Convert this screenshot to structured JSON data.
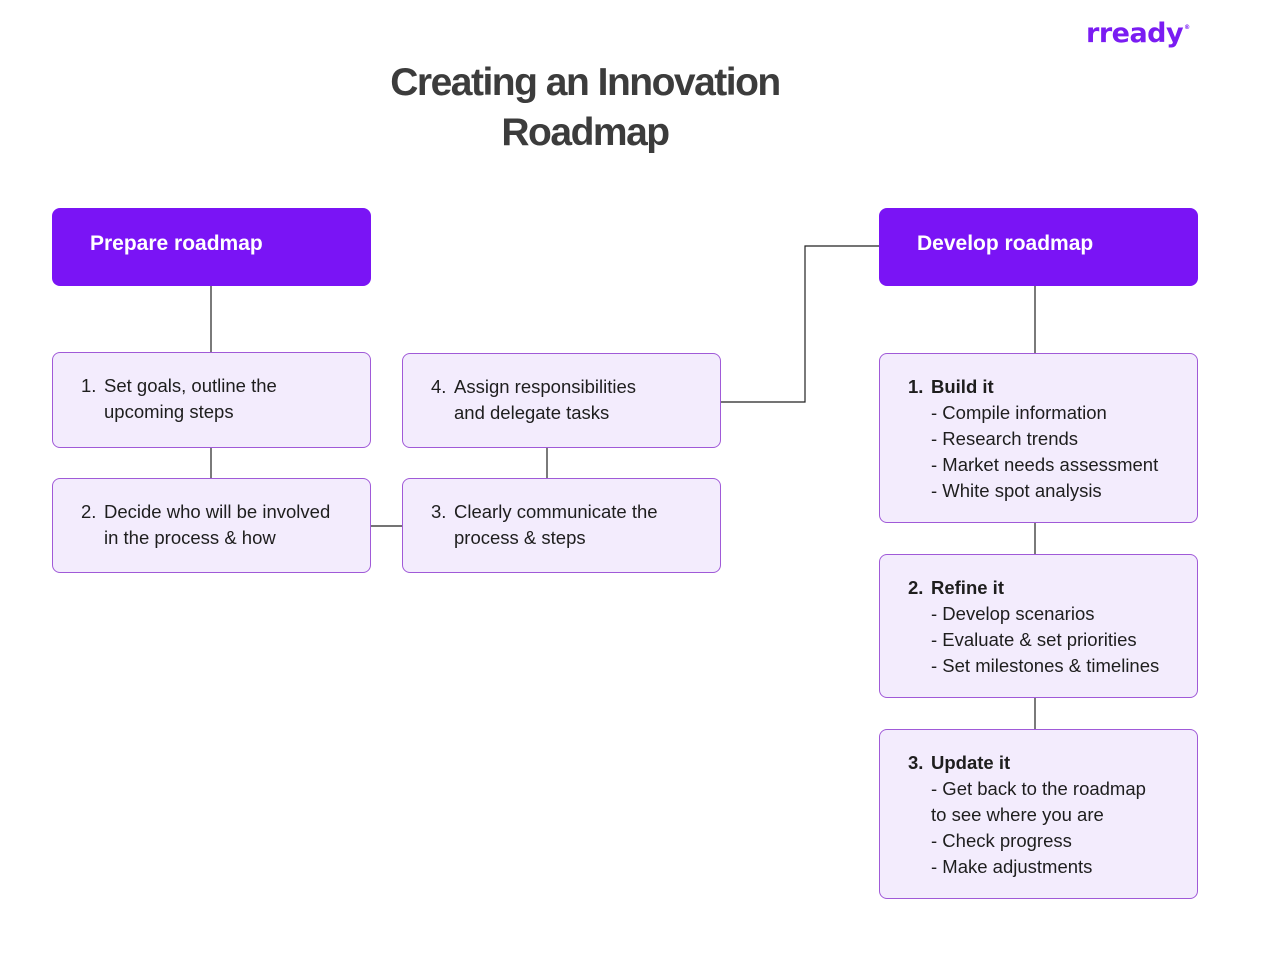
{
  "brand": {
    "logo": "rready",
    "logo_mark": "®",
    "accent_color": "#7a14f5",
    "box_fill": "#f3ecfd",
    "box_border": "#a05ad8"
  },
  "title": {
    "line1": "Creating an Innovation",
    "line2": "Roadmap"
  },
  "prepare": {
    "header": "Prepare roadmap",
    "steps": [
      {
        "num": "1.",
        "text": "Set goals, outline the\nupcoming steps"
      },
      {
        "num": "2.",
        "text": "Decide who will be involved\nin the process & how"
      },
      {
        "num": "3.",
        "text": "Clearly communicate the\nprocess & steps"
      },
      {
        "num": "4.",
        "text": "Assign responsibilities\nand delegate tasks"
      }
    ]
  },
  "develop": {
    "header": "Develop roadmap",
    "steps": [
      {
        "num": "1.",
        "title": "Build it",
        "items": [
          "- Compile information",
          "- Research trends",
          "- Market needs assessment",
          "- White spot analysis"
        ]
      },
      {
        "num": "2.",
        "title": "Refine it",
        "items": [
          "- Develop scenarios",
          "- Evaluate & set priorities",
          "- Set milestones & timelines"
        ]
      },
      {
        "num": "3.",
        "title": "Update it",
        "items": [
          "- Get back to the roadmap",
          "to see where you are",
          "- Check progress",
          "- Make adjustments"
        ]
      }
    ]
  }
}
